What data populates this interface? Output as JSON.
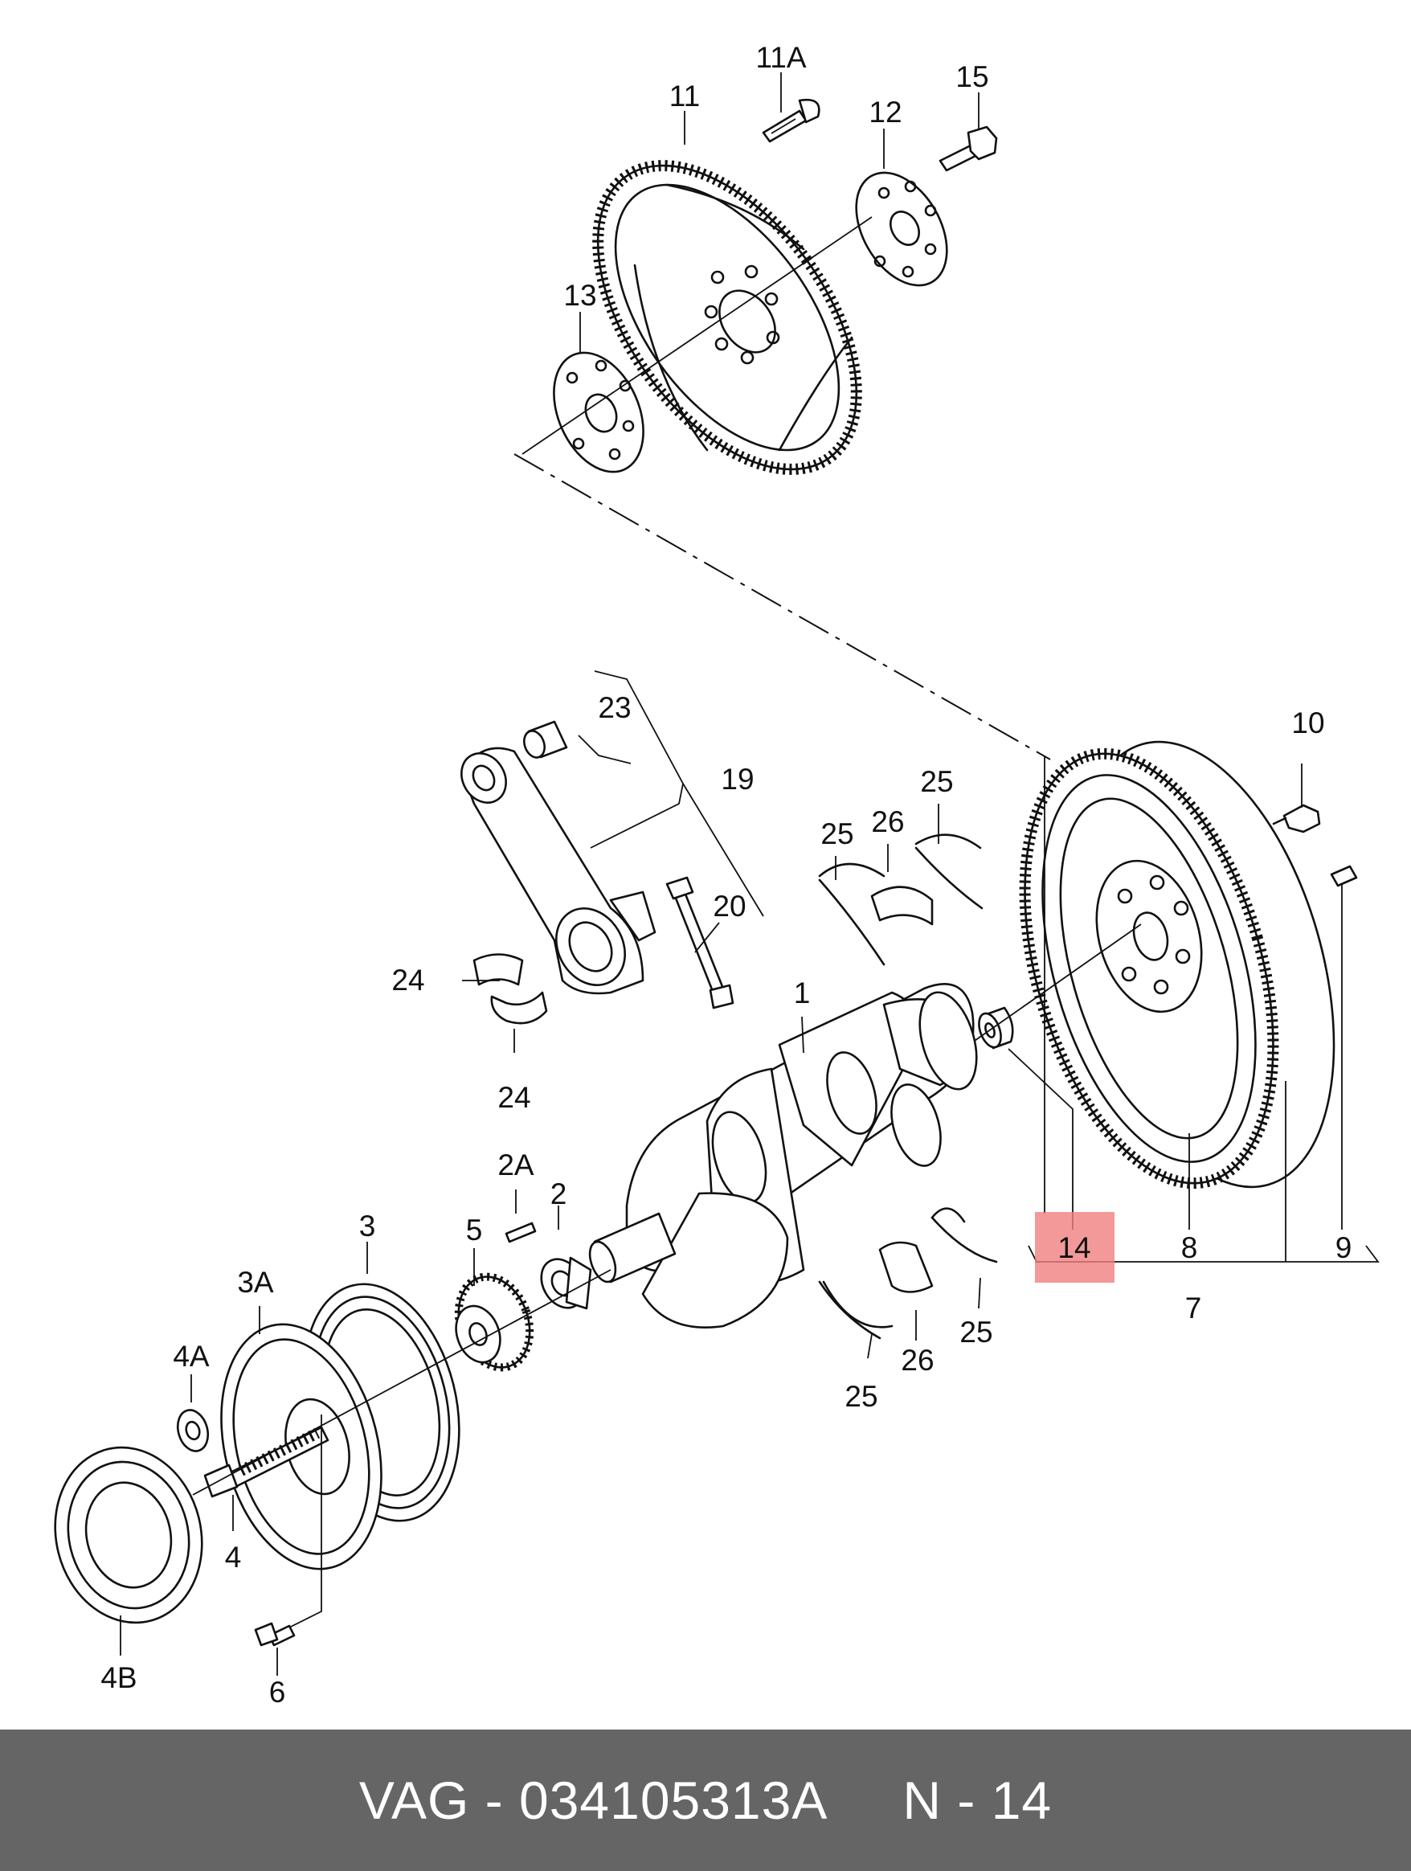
{
  "diagram": {
    "labels": {
      "l1": "1",
      "l2": "2",
      "l2a": "2A",
      "l3": "3",
      "l3a": "3A",
      "l4": "4",
      "l4a": "4A",
      "l4b": "4B",
      "l5": "5",
      "l6": "6",
      "l7": "7",
      "l8": "8",
      "l9": "9",
      "l10": "10",
      "l11": "11",
      "l11a": "11A",
      "l12": "12",
      "l13": "13",
      "l14": "14",
      "l15": "15",
      "l19": "19",
      "l20": "20",
      "l23": "23",
      "l24a": "24",
      "l24b": "24",
      "l25a": "25",
      "l25b": "25",
      "l25c": "25",
      "l25d": "25",
      "l26a": "26",
      "l26b": "26"
    },
    "highlight_color": "#f08080"
  },
  "footer": {
    "text": "VAG - 034105313A     N - 14",
    "background": "#656565"
  }
}
